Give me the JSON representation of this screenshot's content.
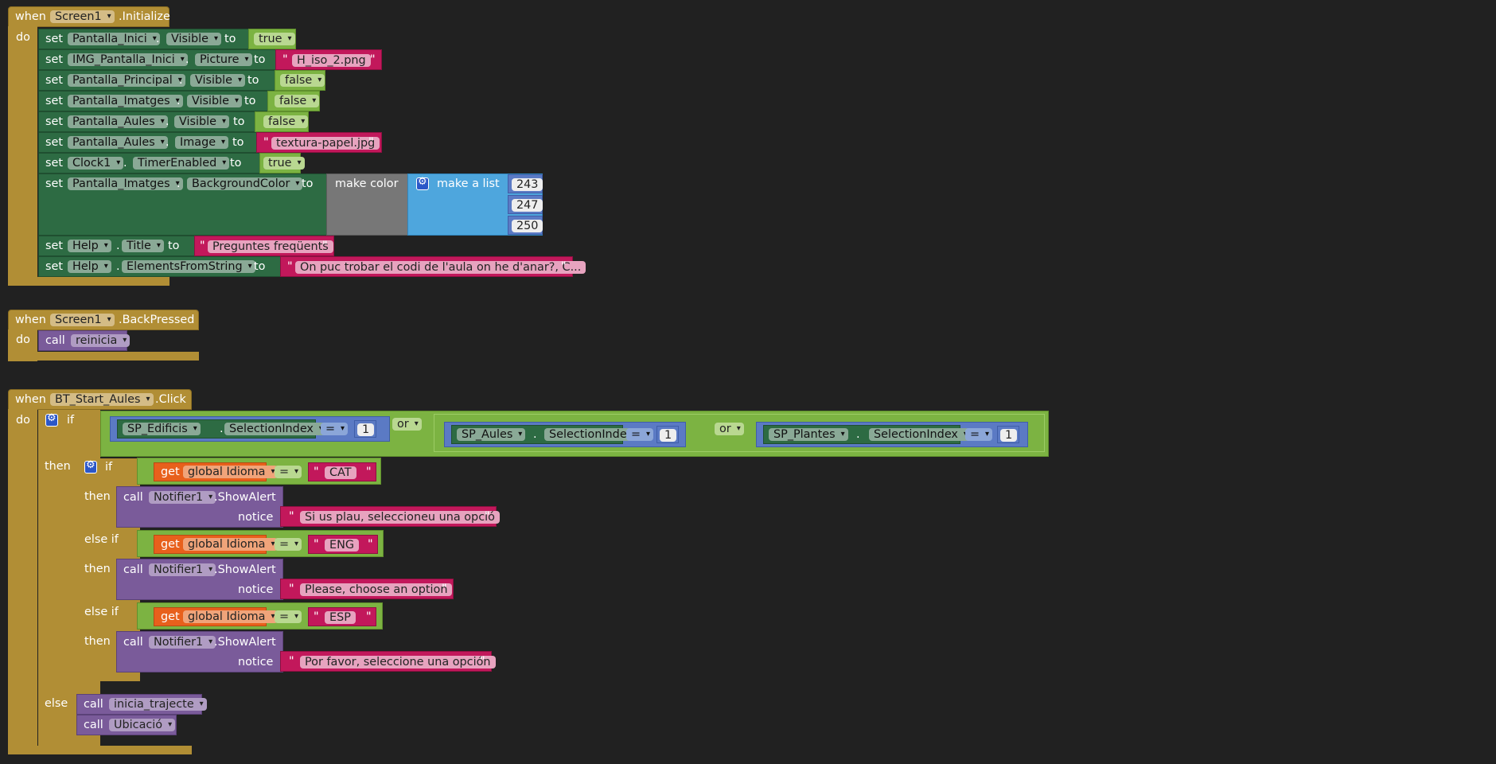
{
  "events": [
    {
      "when": "when",
      "component": "Screen1",
      "event": ".Initialize",
      "do": "do"
    },
    {
      "when": "when",
      "component": "Screen1",
      "event": ".BackPressed",
      "do": "do"
    },
    {
      "when": "when",
      "component": "BT_Start_Aules",
      "event": ".Click",
      "do": "do"
    }
  ],
  "init": {
    "set": "set",
    "to": "to",
    "dot": ".",
    "rows": [
      {
        "comp": "Pantalla_Inici",
        "prop": "Visible",
        "value": "true"
      },
      {
        "comp": "IMG_Pantalla_Inici",
        "prop": "Picture",
        "value": "H_iso_2.png"
      },
      {
        "comp": "Pantalla_Principal",
        "prop": "Visible",
        "value": "false"
      },
      {
        "comp": "Pantalla_Imatges",
        "prop": "Visible",
        "value": "false"
      },
      {
        "comp": "Pantalla_Aules",
        "prop": "Visible",
        "value": "false"
      },
      {
        "comp": "Pantalla_Aules",
        "prop": "Image",
        "value": "textura-papel.jpg"
      },
      {
        "comp": "Clock1",
        "prop": "TimerEnabled",
        "value": "true"
      },
      {
        "comp": "Pantalla_Imatges",
        "prop": "BackgroundColor",
        "make_color": "make color",
        "make_list": "make a list",
        "values": [
          "243",
          "247",
          "250"
        ]
      },
      {
        "comp": "Help",
        "prop": "Title",
        "value": "Preguntes freqüents"
      },
      {
        "comp": "Help",
        "prop": "ElementsFromString",
        "value": "On puc trobar el codi de l'aula on he d'anar?, C..."
      }
    ]
  },
  "back": {
    "call": "call",
    "proc": "reinicia"
  },
  "click": {
    "if": "if",
    "then": "then",
    "else": "else",
    "else_if": "else if",
    "or": "or",
    "eq": "=",
    "conditions": [
      {
        "comp": "SP_Edificis",
        "prop": "SelectionIndex",
        "value": "1"
      },
      {
        "comp": "SP_Aules",
        "prop": "SelectionIndex",
        "value": "1"
      },
      {
        "comp": "SP_Plantes",
        "prop": "SelectionIndex",
        "value": "1"
      }
    ],
    "get": "get",
    "var": "global Idioma",
    "branches": [
      {
        "lang": "CAT",
        "notifier": "Notifier1",
        "method": ".ShowAlert",
        "notice_label": "notice",
        "msg": "Si us plau, seleccioneu una opció"
      },
      {
        "lang": "ENG",
        "notifier": "Notifier1",
        "method": ".ShowAlert",
        "notice_label": "notice",
        "msg": "Please, choose an option"
      },
      {
        "lang": "ESP",
        "notifier": "Notifier1",
        "method": ".ShowAlert",
        "notice_label": "notice",
        "msg": "Por favor, seleccione una opción"
      }
    ],
    "else_calls": [
      "inicia_trajecte",
      "Ubicació"
    ]
  },
  "colors": {
    "background": "#212121",
    "event": "#b18e35",
    "component": "#2d6b43",
    "logic": "#7cb342",
    "math": "#5b7ac4",
    "text": "#c2185b",
    "procedure": "#7a5b9a",
    "variable": "#e8601c",
    "list": "#4ea6dd",
    "color": "#777777"
  }
}
